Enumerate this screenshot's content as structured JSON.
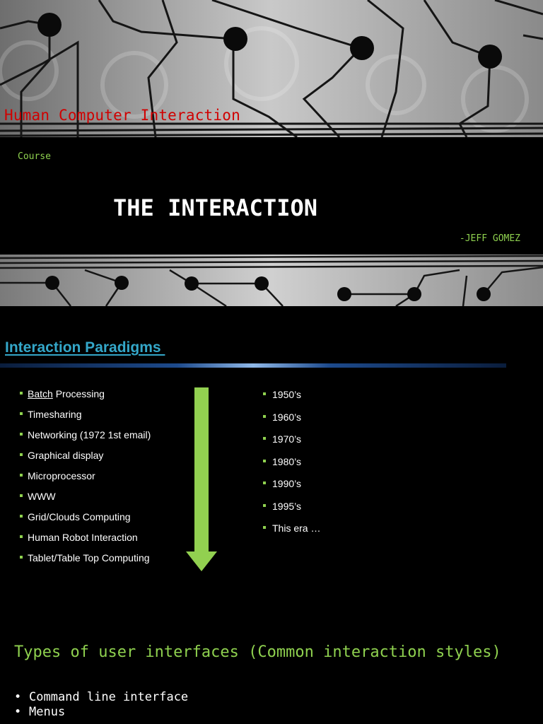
{
  "slide1": {
    "course_title": "Human Computer Interaction",
    "course_label": "Course",
    "title": "THE INTERACTION",
    "author": "-JEFF GOMEZ"
  },
  "slide2": {
    "heading": "Interaction Paradigms ",
    "paradigms": [
      {
        "underlined": "Batch",
        "rest": " Processing"
      },
      {
        "underlined": "",
        "rest": "Timesharing"
      },
      {
        "underlined": "",
        "rest": "Networking (1972 1st email)"
      },
      {
        "underlined": "",
        "rest": "Graphical display"
      },
      {
        "underlined": "",
        "rest": "Microprocessor"
      },
      {
        "underlined": "",
        "rest": "WWW"
      },
      {
        "underlined": "",
        "rest": "Grid/Clouds Computing"
      },
      {
        "underlined": "",
        "rest": "Human Robot Interaction"
      },
      {
        "underlined": "",
        "rest": "Tablet/Table Top Computing"
      }
    ],
    "eras": [
      "1950’s",
      "1960’s",
      "1970’s",
      "1980’s",
      "1990’s",
      "1995’s",
      "This era …"
    ]
  },
  "slide3": {
    "heading": "Types of user interfaces (Common interaction styles)",
    "items": [
      "Command line interface",
      "Menus"
    ]
  },
  "colors": {
    "accent_green": "#8fd14f",
    "title_red": "#d00000",
    "heading_blue": "#34a7c9"
  }
}
